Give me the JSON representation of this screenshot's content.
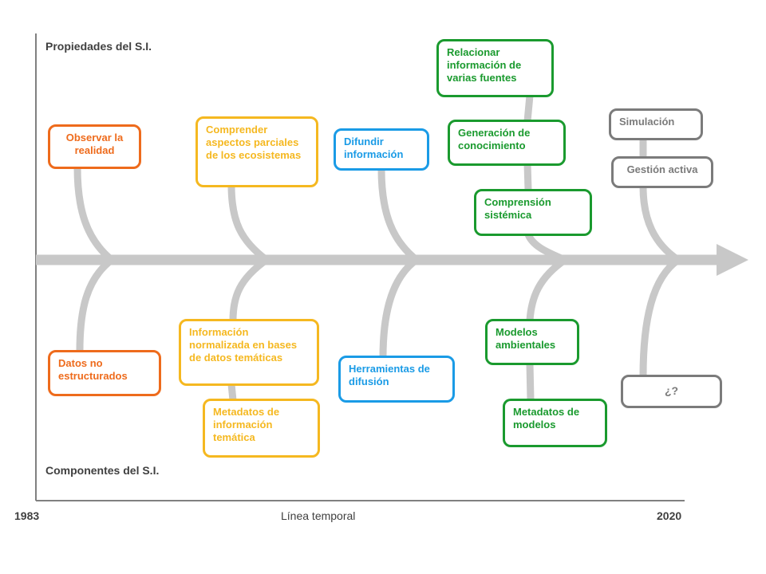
{
  "labels": {
    "top": "Propiedades  del S.I.",
    "bottom": "Componentes  del S.I.",
    "start_year": "1983",
    "end_year": "2020",
    "axis": "Línea temporal"
  },
  "properties": [
    {
      "text": "Observar la realidad"
    },
    {
      "text": "Comprender aspectos parciales de los ecosistemas"
    },
    {
      "text": "Difundir información"
    },
    {
      "text": "Relacionar información de varias fuentes"
    },
    {
      "text": "Generación de conocimiento"
    },
    {
      "text": "Comprensión sistémica"
    },
    {
      "text": "Simulación"
    },
    {
      "text": "Gestión activa"
    }
  ],
  "components": [
    {
      "text": "Datos no estructurados"
    },
    {
      "text": "Información normalizada en bases de datos temáticas"
    },
    {
      "text": "Metadatos de información temática"
    },
    {
      "text": "Herramientas de difusión"
    },
    {
      "text": "Modelos ambientales"
    },
    {
      "text": "Metadatos de modelos"
    },
    {
      "text": "¿?"
    }
  ],
  "colors": {
    "stage1": "#ee6b1c",
    "stage2": "#f5b820",
    "stage3": "#1a9be6",
    "stage4": "#1a9a2e",
    "stage5": "#7b7b7b",
    "spine": "#c8c8c8"
  }
}
